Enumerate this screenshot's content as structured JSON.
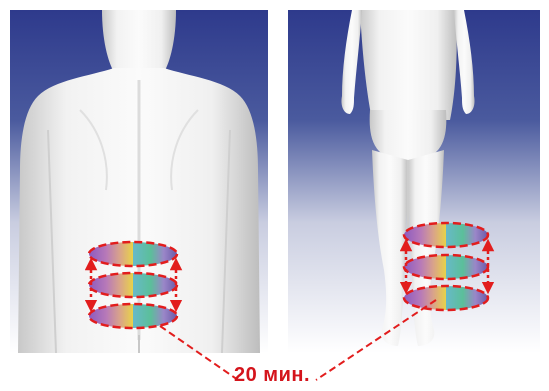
{
  "duration_label": "20 мин.",
  "colors": {
    "background_top": "#2e3a8c",
    "background_bottom": "#ffffff",
    "body": "#eeeeee",
    "marker": "#e21d1d",
    "accent_fill": "#e8d24a"
  },
  "figures": [
    {
      "view": "back-torso",
      "applicator_count": 3
    },
    {
      "view": "back-legs",
      "applicator_count": 3
    }
  ]
}
